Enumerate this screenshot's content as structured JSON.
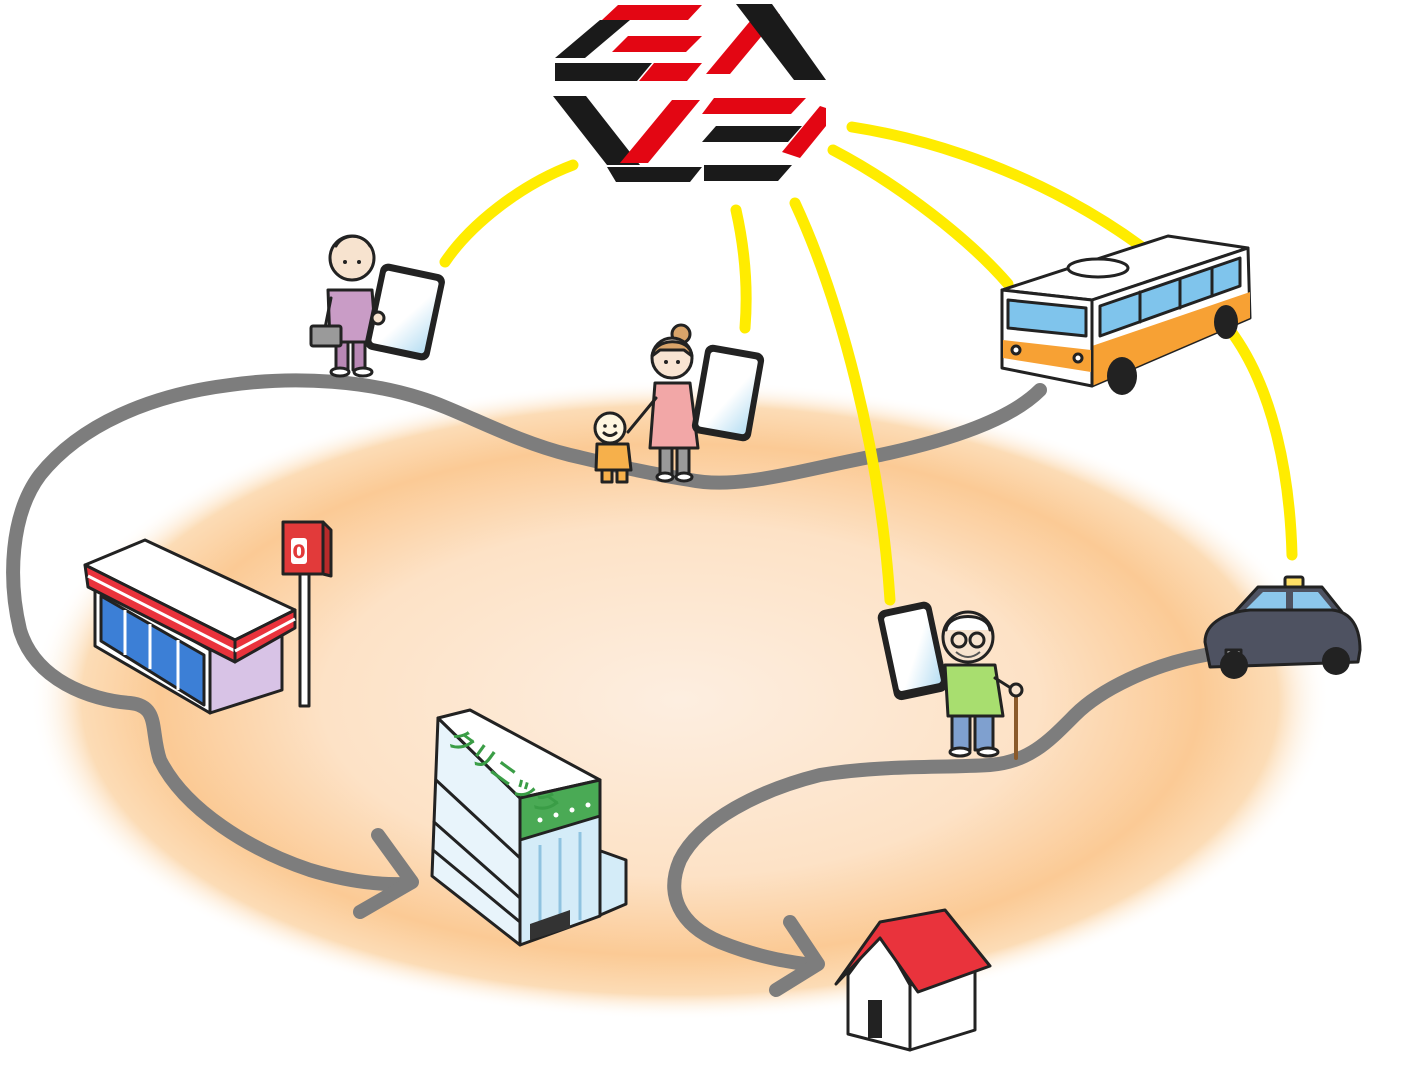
{
  "logo": {
    "text": "SAVS",
    "red": "#e30613",
    "black": "#1a1a1a"
  },
  "store_sign": {
    "label": "0"
  },
  "clinic": {
    "label": "クリニック"
  },
  "colors": {
    "road": "#7d7d7d",
    "connection": "#ffec00",
    "glow": "#f9c48b"
  }
}
